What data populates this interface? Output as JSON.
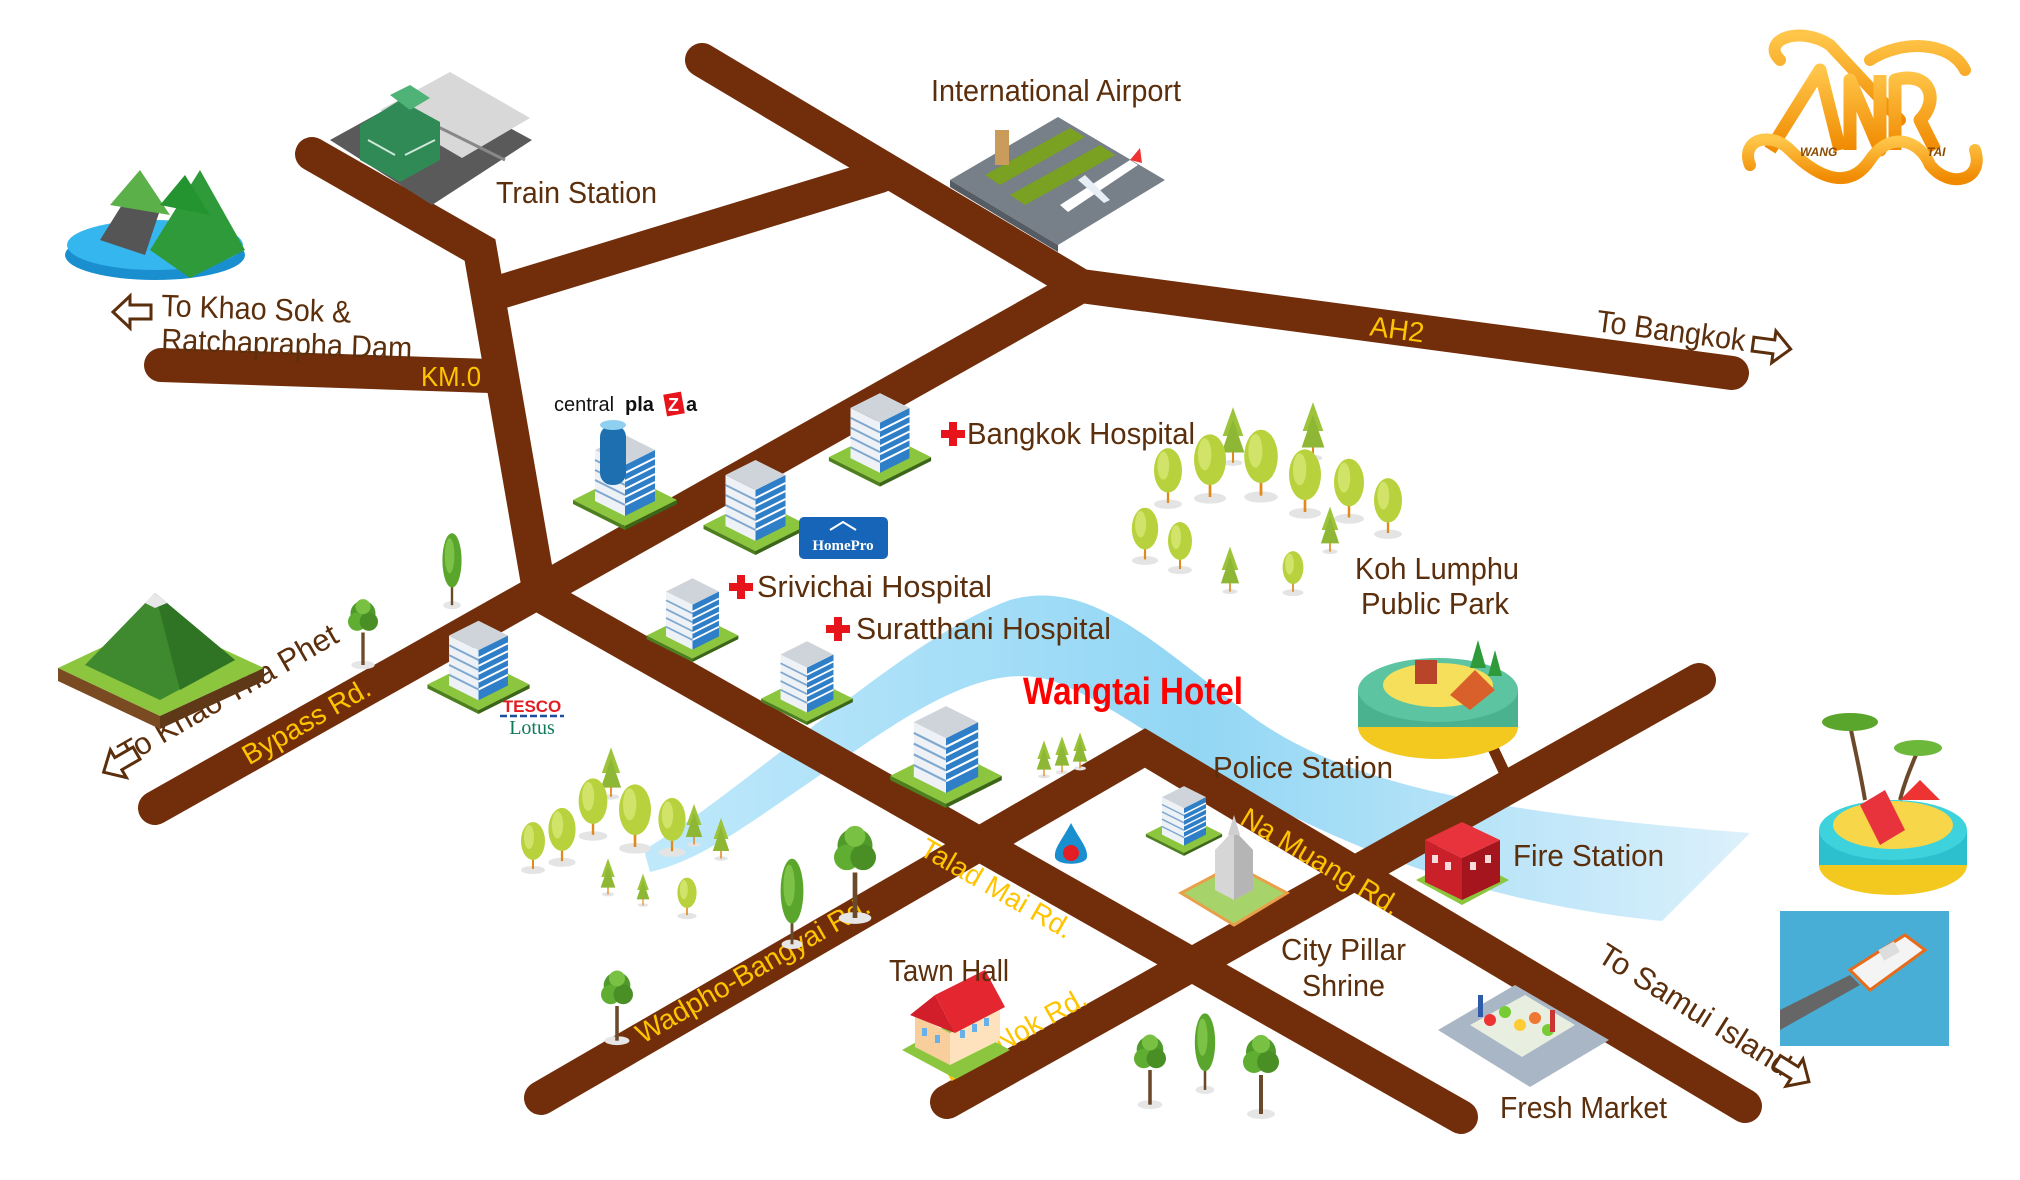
{
  "logo": {
    "left": "WANG",
    "right": "TAI"
  },
  "landmarks": {
    "airport": "International Airport",
    "train_station": "Train Station",
    "bangkok_hospital": "Bangkok Hospital",
    "srivichai_hospital": "Srivichai Hospital",
    "suratthani_hospital": "Suratthani Hospital",
    "hotel": "Wangtai Hotel",
    "park_line1": "Koh Lumphu",
    "park_line2": "Public Park",
    "police": "Police Station",
    "fire": "Fire Station",
    "shrine_line1": "City Pillar",
    "shrine_line2": "Shrine",
    "market": "Fresh Market",
    "town_hall": "Tawn Hall"
  },
  "brands": {
    "central_a": "central",
    "central_b": "pla",
    "central_c": "Z",
    "central_d": "a",
    "homepro": "HomePro",
    "tesco": "TESCO",
    "lotus": "Lotus"
  },
  "directions": {
    "khao_sok_line1": "To Khao Sok &",
    "khao_sok_line2": "Ratchaprapha Dam",
    "bangkok": "To Bangkok",
    "khao_tha_phet": "To Khao Tha Phet",
    "samui": "To Samui Island"
  },
  "roads": {
    "km0": "KM.0",
    "ah2": "AH2",
    "bypass": "Bypass Rd.",
    "talad_mai": "Talad Mai Rd.",
    "wadpho": "Wadpho-Bangyai Rd.",
    "don_nok": "Don Nok Rd.",
    "na_muang": "Na Muang Rd."
  },
  "colors": {
    "road": "#722e0b",
    "road_label": "#ffc400",
    "label": "#5b2e0c",
    "hotel": "#ff0000",
    "river": "#8fd3f4",
    "logo": "#f7a11a"
  }
}
